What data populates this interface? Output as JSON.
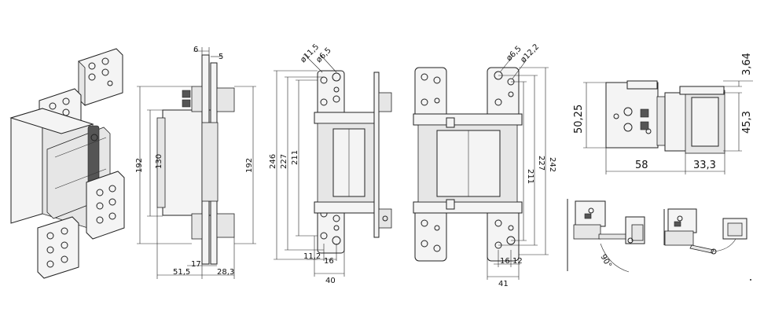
{
  "dims": {
    "side_top_6": "6",
    "side_top_5": "5",
    "side_192_left": "192",
    "side_130": "130",
    "side_192_right": "192",
    "side_17": "17",
    "side_51_5": "51,5",
    "side_28_3": "28,3",
    "front_d11_5": "ø11,5",
    "front_d6_5": "ø6,5",
    "front_246": "246",
    "front_227": "227",
    "front_211": "211",
    "front_11_2": "11,2",
    "front_16": "16",
    "front_40": "40",
    "back_d6_5": "ø6,5",
    "back_d12_2": "ø12,2",
    "back_211": "211",
    "back_227": "227",
    "back_242": "242",
    "back_16": "16",
    "back_12": "12",
    "back_41": "41",
    "top_50_25": "50,25",
    "top_3_64": "3,64",
    "top_45_3": "45,3",
    "top_58": "58",
    "top_33_3": "33,3",
    "open_angle": "90°"
  }
}
